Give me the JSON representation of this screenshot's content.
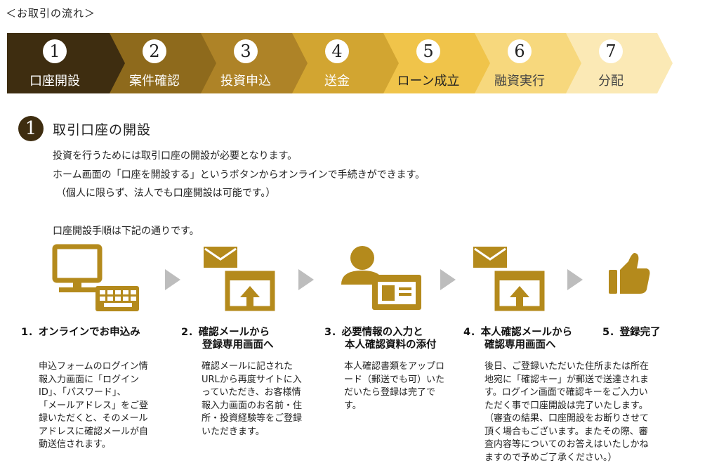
{
  "page": {
    "heading": "＜お取引の流れ＞"
  },
  "steps": [
    {
      "num": "1",
      "label": "口座開設"
    },
    {
      "num": "2",
      "label": "案件確認"
    },
    {
      "num": "3",
      "label": "投資申込"
    },
    {
      "num": "4",
      "label": "送金"
    },
    {
      "num": "5",
      "label": "ローン成立"
    },
    {
      "num": "6",
      "label": "融資実行"
    },
    {
      "num": "7",
      "label": "分配"
    }
  ],
  "colors": {
    "step_fills": [
      "#3e2d10",
      "#8e6a1c",
      "#ae8327",
      "#d2a531",
      "#f0c44a",
      "#f7d87d",
      "#fbe9b5"
    ],
    "icon_gold": "#b48a1c",
    "arrow_gray": "#bdbdbd"
  },
  "section": {
    "badge": "1",
    "title": "取引口座の開設",
    "lines": [
      "投資を行うためには取引口座の開設が必要となります。",
      "ホーム画面の「口座を開設する」というボタンからオンラインで手続きができます。",
      "（個人に限らず、法人でも口座開設は可能です。）"
    ],
    "procedure_intro": "口座開設手順は下記の通りです。"
  },
  "icons": [
    "computer-keyboard-icon",
    "email-upload-icon",
    "person-id-card-icon",
    "email-upload-icon",
    "thumbs-up-icon"
  ],
  "procedure": [
    {
      "title": "1．オンラインでお申込み",
      "title2": "",
      "desc": "申込フォームのログイン情\n報入力画面に「ログイン\nID」、「パスワード」、\n「メールアドレス」をご登\n録いただくと、そのメール\nアドレスに確認メールが自\n動送信されます。"
    },
    {
      "title": "2．確認メールから",
      "title2": "登録専用画面へ",
      "desc": "確認メールに記された\nURLから再度サイトに入\nっていただき、お客様情\n報入力画面のお名前・住\n所・投資経験等をご登録\nいただきます。"
    },
    {
      "title": "3．必要情報の入力と",
      "title2": "本人確認資料の添付",
      "desc": "本人確認書類をアップロ\nード（郵送でも可）いた\nだいたら登録は完了で\nす。"
    },
    {
      "title": "4．本人確認メールから",
      "title2": "確認専用画面へ",
      "desc": "後日、ご登録いただいた住所または所在\n地宛に「確認キー」が郵送で送達されま\nす。ログイン画面で確認キーをご入力い\nただく事で口座開設は完了いたします。\n（審査の結果、口座開設をお断りさせて\n頂く場合もございます。またその際、審\n査内容等についてのお答えはいたしかね\nますので予めご了承ください。）"
    },
    {
      "title": "5．登録完了",
      "title2": "",
      "desc": ""
    }
  ]
}
